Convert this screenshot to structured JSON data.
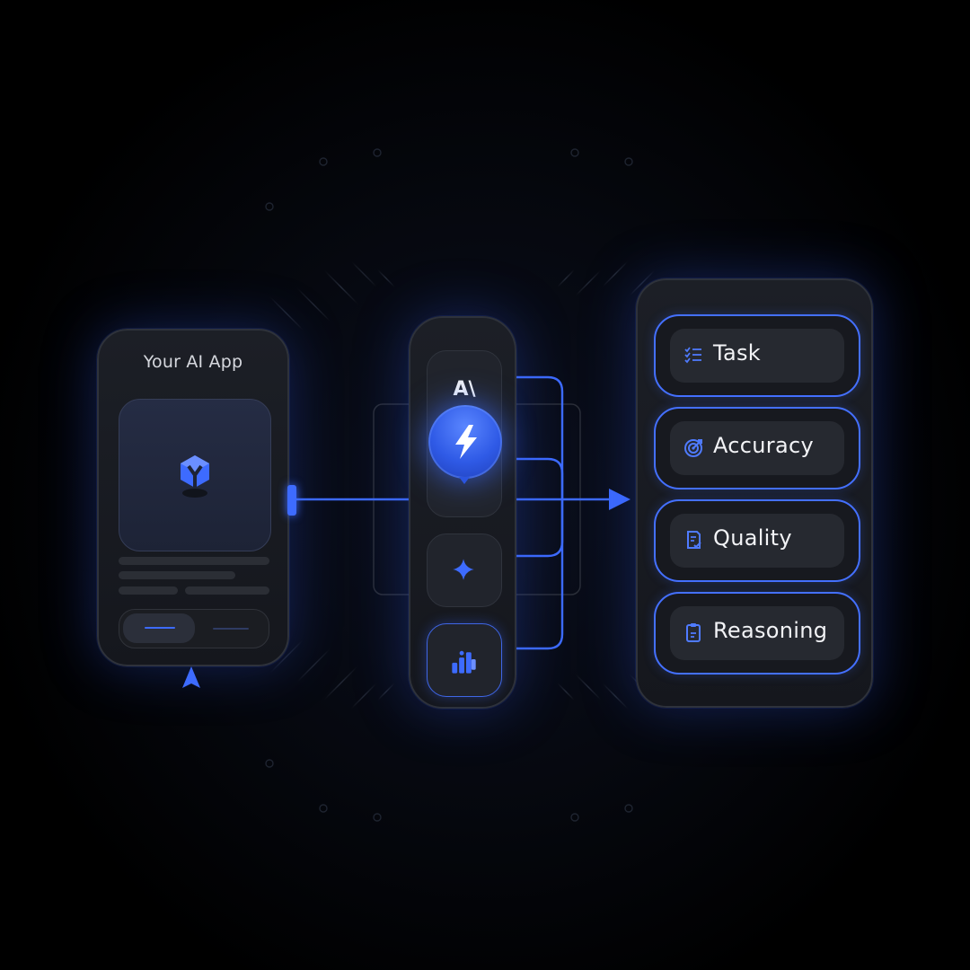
{
  "app": {
    "title": "Your AI App"
  },
  "engine": {
    "brand_label": "A\\"
  },
  "metrics": [
    {
      "label": "Task",
      "icon": "checklist-icon"
    },
    {
      "label": "Accuracy",
      "icon": "target-icon"
    },
    {
      "label": "Quality",
      "icon": "document-check-icon"
    },
    {
      "label": "Reasoning",
      "icon": "clipboard-icon"
    }
  ],
  "colors": {
    "accent": "#3d6bff",
    "panel": "#1a1c22",
    "background": "#000000",
    "text": "#f2f3f6"
  }
}
